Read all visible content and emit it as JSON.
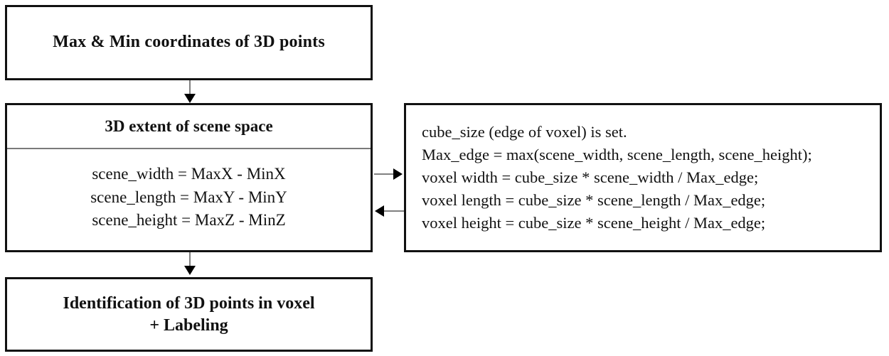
{
  "diagram": {
    "title": "Voxelization preprocessing flowchart",
    "colors": {
      "box_border": "#111111",
      "divider": "#7a7a7a",
      "arrow_stem": "#808080",
      "arrow_head": "#000000",
      "background": "#ffffff",
      "text": "#111111"
    },
    "nodes": {
      "source": {
        "label": "Max & Min coordinates of 3D points"
      },
      "extent": {
        "header": "3D extent of scene space",
        "formulas": [
          "scene_width = MaxX - MinX",
          "scene_length = MaxY - MinY",
          "scene_height = MaxZ - MinZ"
        ]
      },
      "voxel": {
        "lines": [
          "cube_size (edge of voxel) is set.",
          "Max_edge = max(scene_width, scene_length, scene_height);",
          "voxel width = cube_size * scene_width / Max_edge;",
          "voxel length = cube_size * scene_length / Max_edge;",
          "voxel height = cube_size * scene_height / Max_edge;"
        ]
      },
      "identify": {
        "line1": "Identification of 3D points in voxel",
        "line2": "+ Labeling"
      }
    },
    "connectors": {
      "source_to_extent": "down-arrow",
      "extent_to_identify": "down-arrow",
      "extent_to_voxel": "right-arrow",
      "voxel_to_extent": "left-arrow"
    }
  }
}
